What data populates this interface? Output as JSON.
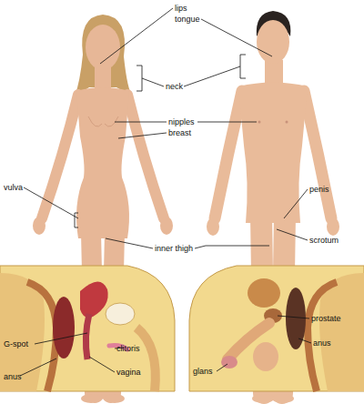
{
  "diagram": {
    "labels": [
      "lips",
      "tongue",
      "neck",
      "nipples",
      "breast",
      "vulva",
      "penis",
      "scrotum",
      "inner thigh",
      "G-spot",
      "anus",
      "clitoris",
      "vagina",
      "prostate",
      "anus",
      "glans"
    ]
  }
}
